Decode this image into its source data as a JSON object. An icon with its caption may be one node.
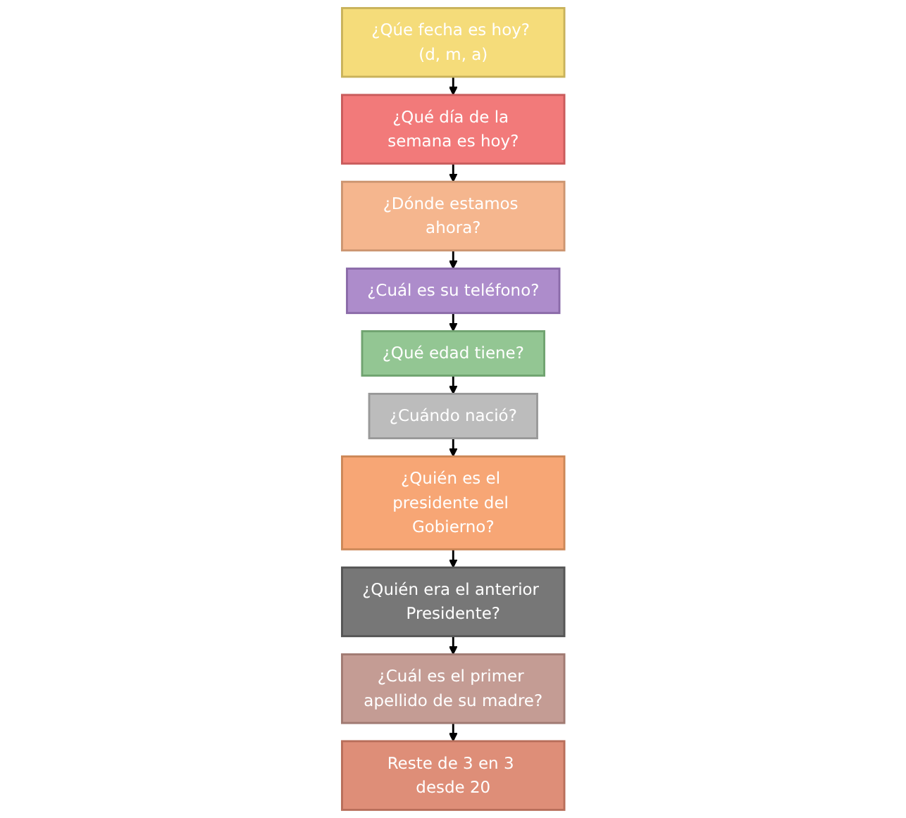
{
  "diagram": {
    "nodes": [
      {
        "text": [
          "¿Qúe fecha es hoy? (d, m, a)"
        ]
      },
      {
        "text": [
          "¿Qué día de la semana es hoy?"
        ]
      },
      {
        "text": [
          "¿Dónde estamos ahora?"
        ]
      },
      {
        "text": [
          "¿Cuál es su teléfono?"
        ]
      },
      {
        "text": [
          "¿Qué edad tiene?"
        ]
      },
      {
        "text": [
          "¿Cuándo nació?"
        ]
      },
      {
        "text": [
          "¿Quién es el presidente del Gobierno?"
        ]
      },
      {
        "text": [
          "¿Quién era el anterior Presidente?"
        ]
      },
      {
        "text": [
          "¿Cuál es el primer apellido de su madre?"
        ]
      },
      {
        "text": [
          "Reste de 3 en 3 desde 20"
        ]
      }
    ],
    "edges": [
      {
        "from": 0,
        "to": 1,
        "arrow": "to"
      },
      {
        "from": 1,
        "to": 2,
        "arrow": "to"
      },
      {
        "from": 2,
        "to": 3,
        "arrow": "to"
      },
      {
        "from": 3,
        "to": 4,
        "arrow": "to"
      },
      {
        "from": 4,
        "to": 5,
        "arrow": "to"
      },
      {
        "from": 5,
        "to": 6,
        "arrow": "to"
      },
      {
        "from": 6,
        "to": 7,
        "arrow": "to"
      },
      {
        "from": 7,
        "to": 8,
        "arrow": "to"
      },
      {
        "from": 8,
        "to": 9,
        "arrow": "to"
      }
    ]
  }
}
